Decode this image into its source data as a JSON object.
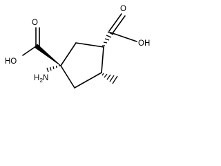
{
  "molecule": {
    "atom_labels": {
      "hydroxyl_left": "HO",
      "carbonyl_oxygen_left": "O",
      "carbonyl_oxygen_right": "O",
      "hydroxyl_right": "OH",
      "amino_h": "H",
      "amino_subscript": "2",
      "amino_n": "N"
    }
  }
}
